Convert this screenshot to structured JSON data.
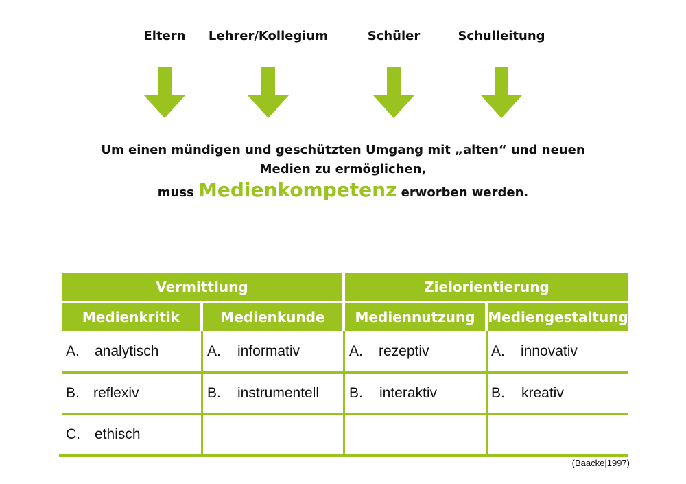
{
  "stakeholders": [
    "Eltern",
    "Lehrer/Kollegium",
    "Schüler",
    "Schulleitung"
  ],
  "message": {
    "line1": "Um einen mündigen und geschützten Umgang mit „alten“ und neuen",
    "line2": "Medien zu ermöglichen,",
    "line3_pre": "muss",
    "highlight": "Medienkompetenz",
    "line3_post": "erworben werden."
  },
  "table": {
    "groups": [
      "Vermittlung",
      "Zielorientierung"
    ],
    "columns": [
      "Medienkritik",
      "Medienkunde",
      "Mediennutzung",
      "Mediengestaltung"
    ],
    "rows": [
      [
        {
          "letter": "A.",
          "text": "analytisch"
        },
        {
          "letter": "A.",
          "text": "informativ"
        },
        {
          "letter": "A.",
          "text": "rezeptiv"
        },
        {
          "letter": "A.",
          "text": "innovativ"
        }
      ],
      [
        {
          "letter": "B.",
          "text": "reflexiv"
        },
        {
          "letter": "B.",
          "text": "instrumentell"
        },
        {
          "letter": "B.",
          "text": "interaktiv"
        },
        {
          "letter": "B.",
          "text": "kreativ"
        }
      ],
      [
        {
          "letter": "C.",
          "text": "ethisch"
        }
      ]
    ]
  },
  "citation": "(Baacke|1997)",
  "colors": {
    "accent": "#9bc31f"
  }
}
